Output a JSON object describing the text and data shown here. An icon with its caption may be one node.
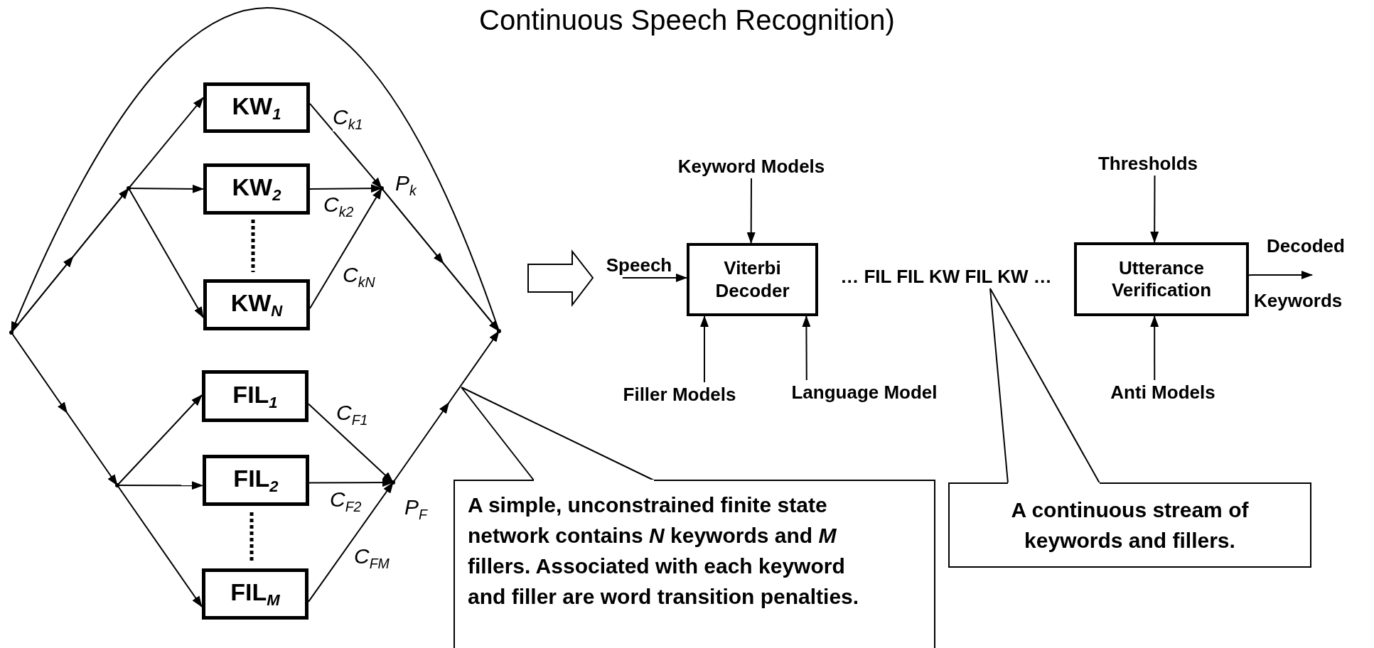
{
  "diagram": {
    "title": "Continuous Speech Recognition)",
    "nodes": [
      {
        "text": [
          "KW$_{1}$"
        ]
      },
      {
        "text": [
          "KW$_{2}$"
        ]
      },
      {
        "text": [
          "KW$_{N}$"
        ]
      },
      {
        "text": [
          "FIL$_{1}$"
        ]
      },
      {
        "text": [
          "FIL$_{2}$"
        ]
      },
      {
        "text": [
          "FIL$_{M}$"
        ]
      },
      {
        "text": [],
        "shape": "point"
      },
      {
        "text": [],
        "shape": "point"
      },
      {
        "text": [],
        "shape": "point"
      },
      {
        "text": [],
        "shape": "point",
        "beside": [
          "P$_{k}$"
        ]
      },
      {
        "text": [],
        "shape": "point",
        "beside": [
          "P$_{F}$"
        ]
      },
      {
        "text": [],
        "shape": "point"
      },
      {
        "text": [
          "Speech"
        ]
      },
      {
        "text": [
          "Viterbi Decoder"
        ]
      },
      {
        "text": [
          "Keyword Models"
        ]
      },
      {
        "text": [
          "Filler Models"
        ]
      },
      {
        "text": [
          "Language Model"
        ]
      },
      {
        "text": [
          "… FIL FIL KW FIL KW …"
        ]
      },
      {
        "text": [
          "Utterance Verification"
        ]
      },
      {
        "text": [
          "Thresholds"
        ]
      },
      {
        "text": [
          "Anti Models"
        ]
      },
      {
        "text": [
          "A simple, unconstrained finite state network contains *N* keywords and *M* fillers. Associated with each keyword and filler are word transition penalties."
        ]
      },
      {
        "text": [
          "A continuous stream of keywords and fillers."
        ]
      },
      {
        "text": [
          "Decoded"
        ]
      }
    ],
    "edges": [
      {
        "from": 6,
        "to": 7,
        "arrow": "to"
      },
      {
        "from": 7,
        "to": 0,
        "arrow": "to"
      },
      {
        "from": 7,
        "to": 1,
        "arrow": "to"
      },
      {
        "from": 7,
        "to": 2,
        "arrow": "to"
      },
      {
        "from": 0,
        "to": 9,
        "arrow": "to",
        "label": "C$_{k1}$"
      },
      {
        "from": 1,
        "to": 9,
        "arrow": "to",
        "label": "C$_{k2}$"
      },
      {
        "from": 2,
        "to": 9,
        "arrow": "to",
        "label": "C$_{kN}$"
      },
      {
        "from": 9,
        "to": 11,
        "arrow": "to"
      },
      {
        "from": 6,
        "to": 8,
        "arrow": "to"
      },
      {
        "from": 8,
        "to": 3,
        "arrow": "to"
      },
      {
        "from": 8,
        "to": 4,
        "arrow": "to"
      },
      {
        "from": 8,
        "to": 5,
        "arrow": "to"
      },
      {
        "from": 3,
        "to": 10,
        "arrow": "to",
        "label": "C$_{F1}$"
      },
      {
        "from": 4,
        "to": 10,
        "arrow": "to",
        "label": "C$_{F2}$"
      },
      {
        "from": 5,
        "to": 10,
        "arrow": "to",
        "label": "C$_{FM}$"
      },
      {
        "from": 10,
        "to": 11,
        "arrow": "to"
      },
      {
        "from": 11,
        "to": 6,
        "arrow": "to"
      },
      {
        "from": 12,
        "to": 13,
        "arrow": "to"
      },
      {
        "from": 14,
        "to": 13,
        "arrow": "to"
      },
      {
        "from": 15,
        "to": 13,
        "arrow": "to"
      },
      {
        "from": 16,
        "to": 13,
        "arrow": "to"
      },
      {
        "from": 19,
        "to": 18,
        "arrow": "to"
      },
      {
        "from": 20,
        "to": 18,
        "arrow": "to"
      },
      {
        "from": 18,
        "to": 23,
        "arrow": "to"
      },
      {
        "from": 21,
        "to": null,
        "arrow": "none"
      },
      {
        "from": 22,
        "to": 17,
        "arrow": "none"
      }
    ],
    "labels": [
      "Keywords"
    ]
  }
}
